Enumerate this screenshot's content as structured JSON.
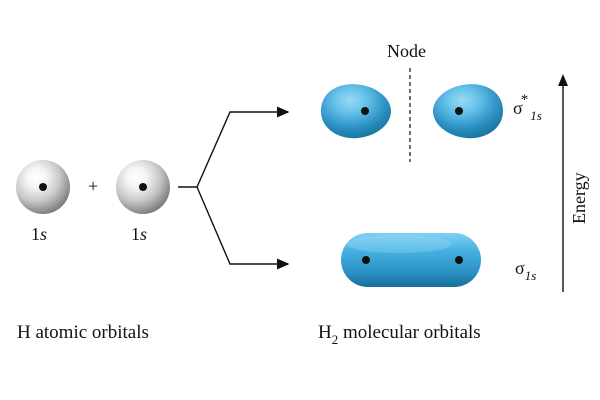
{
  "diagram": {
    "node_label": "Node",
    "energy_label": "Energy",
    "plus_sign": "+",
    "left_caption": "H atomic orbitals",
    "right_caption": {
      "prefix": "H",
      "subscript": "2",
      "suffix": " molecular orbitals"
    },
    "atomic_orbital_1": {
      "number": "1",
      "letter": "s"
    },
    "atomic_orbital_2": {
      "number": "1",
      "letter": "s"
    },
    "antibonding_label": {
      "symbol": "σ",
      "superscript": "*",
      "subscript": "1s"
    },
    "bonding_label": {
      "symbol": "σ",
      "subscript": "1s"
    },
    "colors": {
      "orbital_blue": "#2a8fc2",
      "orbital_highlight": "#67c3eb",
      "orbital_shadow": "#126891",
      "sphere_light": "#f5f5f5",
      "sphere_mid": "#c8c8c8",
      "sphere_dark": "#747474",
      "line": "#111111"
    }
  }
}
